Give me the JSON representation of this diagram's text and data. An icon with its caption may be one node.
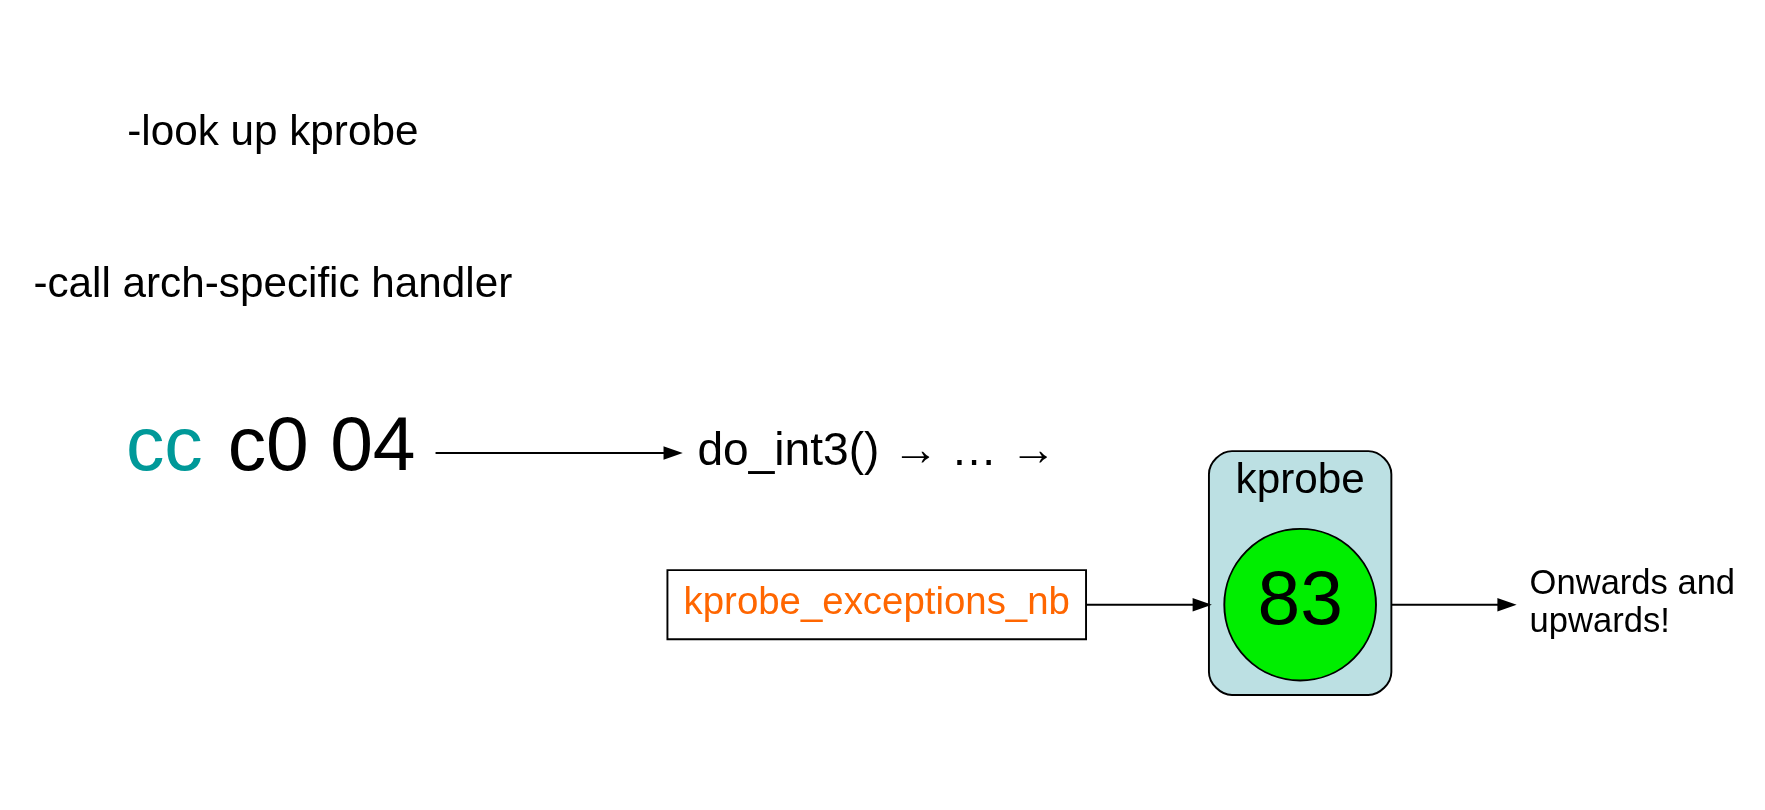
{
  "diagram": {
    "nodes": [
      {
        "text": [
          "kprobe"
        ]
      },
      {
        "text": [
          "83"
        ],
        "in": 0
      },
      {
        "text": [
          "Onwards and upwards!"
        ]
      },
      {
        "text": [
          "cc c0 04"
        ]
      },
      {
        "text": [
          "do_int3() → … →"
        ]
      },
      {
        "text": [
          "kprobe_exceptions_nb"
        ]
      }
    ],
    "edges": [
      {
        "from": 0,
        "to": 2,
        "arrow": "to"
      },
      {
        "from": 3,
        "to": 4,
        "arrow": "to"
      },
      {
        "from": 5,
        "to": 0,
        "arrow": "to"
      }
    ],
    "labels": [
      "-call arch-specific handler",
      "-look up kprobe"
    ]
  }
}
